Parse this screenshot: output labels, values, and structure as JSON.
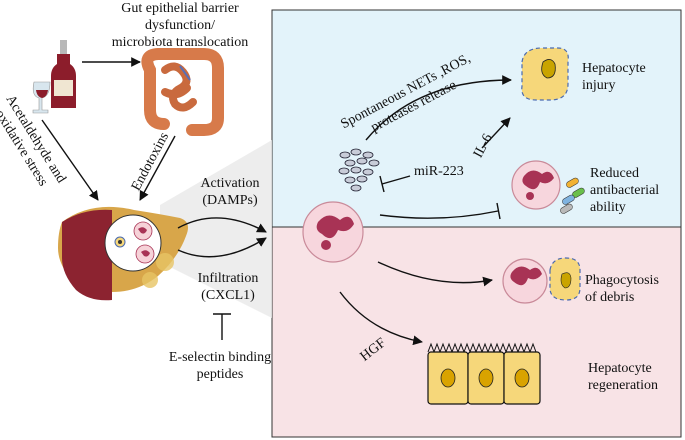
{
  "gut": {
    "line1": "Gut epithelial barrier",
    "line2": "dysfunction/",
    "line3": "microbiota translocation"
  },
  "acetaldehyde": {
    "line1": "Acetaldehyde and",
    "line2": "oxidative stress"
  },
  "endotoxins": "Endotoxins",
  "activation": {
    "line1": "Activation",
    "line2": "(DAMPs)"
  },
  "infiltration": {
    "line1": "Infiltration",
    "line2": "(CXCL1)"
  },
  "eselectin": {
    "line1": "E-selectin binding",
    "line2": "peptides"
  },
  "spontaneous": {
    "line1": "Spontaneous NETs ,ROS,",
    "line2": "proteases release"
  },
  "hepatocyte_injury": {
    "line1": "Hepatocyte",
    "line2": "injury"
  },
  "mir223": "miR-223",
  "il6": "IL-6",
  "reduced": {
    "line1": "Reduced",
    "line2": "antibacterial",
    "line3": "ability"
  },
  "phago": {
    "line1": "Phagocytosis",
    "line2": "of debris"
  },
  "hgf": "HGF",
  "regen": {
    "line1": "Hepatocyte",
    "line2": "regeneration"
  },
  "colors": {
    "top_panel": "#e3f3fa",
    "bottom_panel": "#f8e3e6",
    "neutrophil_nucleus": "#a83355",
    "hepatocyte": "#f6d77a"
  }
}
